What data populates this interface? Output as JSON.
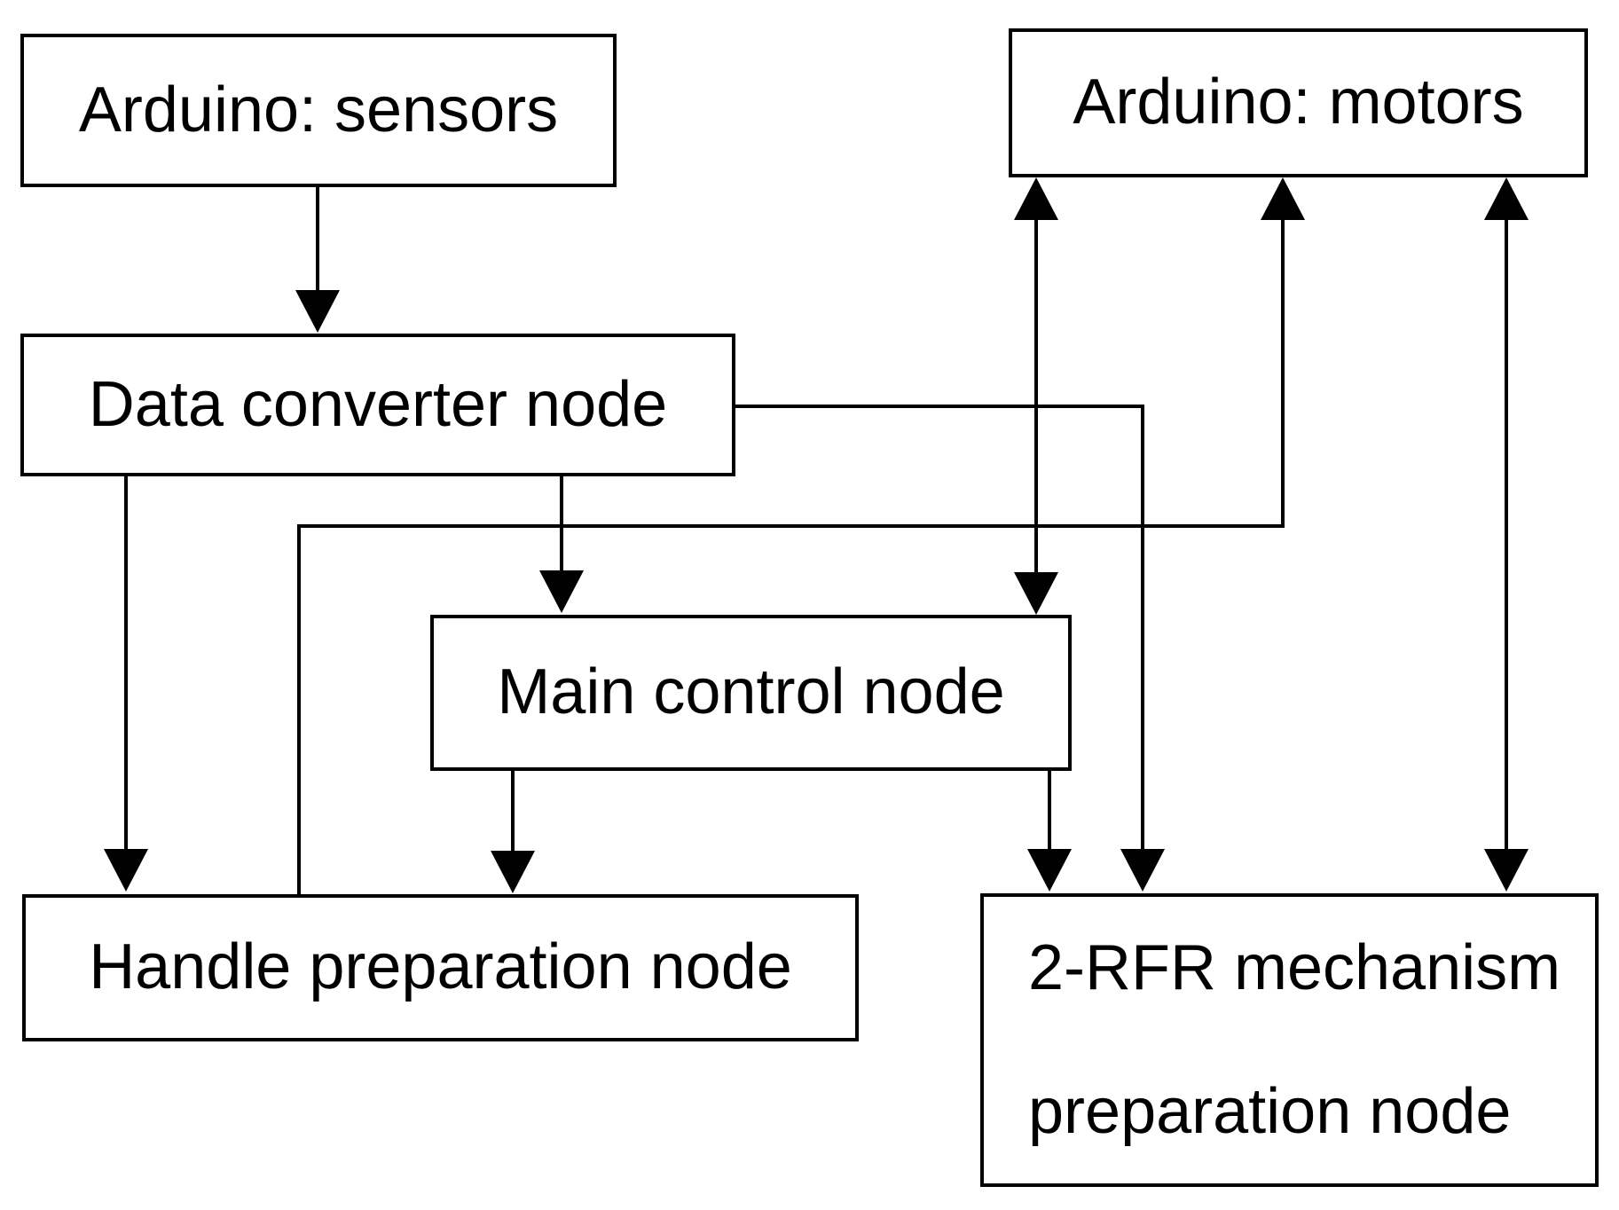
{
  "diagram": {
    "background_color": "#ffffff",
    "line_color": "#000000",
    "nodes": {
      "arduino_sensors": {
        "label": "Arduino: sensors"
      },
      "arduino_motors": {
        "label": "Arduino: motors"
      },
      "data_converter": {
        "label": "Data converter node"
      },
      "main_control": {
        "label": "Main control node"
      },
      "handle_preparation": {
        "label": "Handle preparation node"
      },
      "rfr_mechanism": {
        "label_line1": "2-RFR mechanism",
        "label_line2": "preparation node"
      }
    },
    "edges": [
      {
        "from": "Arduino: sensors",
        "to": "Data converter node",
        "direction": "one-way"
      },
      {
        "from": "Data converter node",
        "to": "Main control node",
        "direction": "one-way"
      },
      {
        "from": "Data converter node",
        "to": "Handle preparation node",
        "direction": "one-way"
      },
      {
        "from": "Data converter node",
        "to": "2-RFR mechanism preparation node",
        "direction": "one-way"
      },
      {
        "from": "Main control node",
        "to": "Handle preparation node",
        "direction": "one-way"
      },
      {
        "from": "Main control node",
        "to": "2-RFR mechanism preparation node",
        "direction": "one-way"
      },
      {
        "from": "Main control node",
        "to": "Arduino: motors",
        "direction": "two-way"
      },
      {
        "from": "Handle preparation node",
        "to": "Arduino: motors",
        "direction": "one-way"
      },
      {
        "from": "2-RFR mechanism preparation node",
        "to": "Arduino: motors",
        "direction": "two-way"
      }
    ]
  }
}
